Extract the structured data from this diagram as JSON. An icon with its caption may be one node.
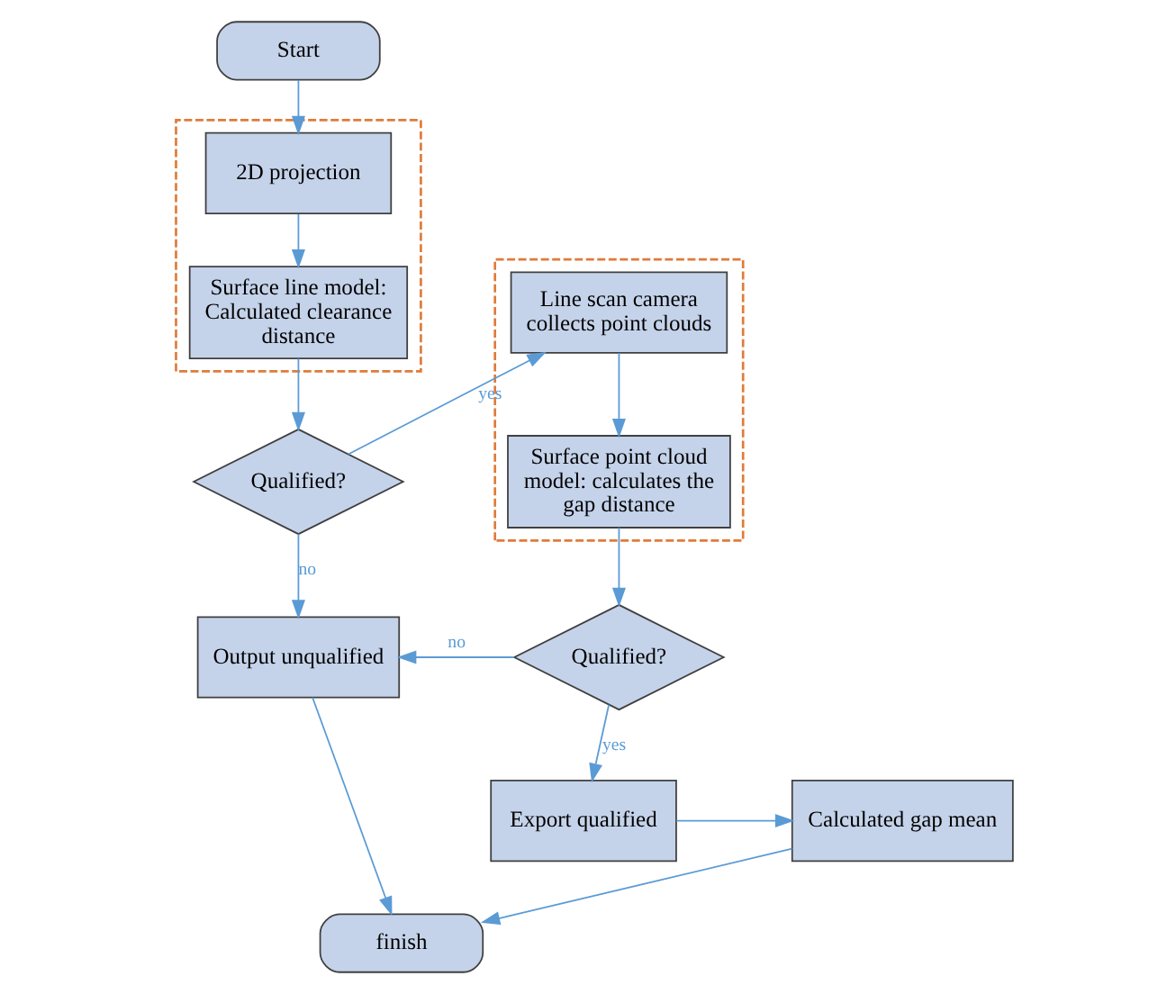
{
  "diagram": {
    "nodes": [
      {
        "text": [
          "Start"
        ]
      },
      {
        "text": [],
        "shape": "box"
      },
      {
        "text": [
          "2D projection"
        ],
        "in": 1
      },
      {
        "text": [
          "Surface line model: Calculated clearance distance"
        ],
        "in": 1
      },
      {
        "text": [
          "Qualified?"
        ]
      },
      {
        "text": [],
        "shape": "box"
      },
      {
        "text": [
          "Line scan camera collects point clouds"
        ],
        "in": 5
      },
      {
        "text": [
          "Surface point cloud model: calculates the gap distance"
        ],
        "in": 5
      },
      {
        "text": [
          "Output unqualified"
        ]
      },
      {
        "text": [
          "Qualified?"
        ]
      },
      {
        "text": [
          "Export qualified"
        ]
      },
      {
        "text": [
          "Calculated gap mean"
        ]
      },
      {
        "text": [
          "finish"
        ]
      }
    ],
    "edges": [
      {
        "from": 0,
        "to": 2,
        "arrow": "to"
      },
      {
        "from": 2,
        "to": 3,
        "arrow": "to"
      },
      {
        "from": 3,
        "to": 4,
        "arrow": "to"
      },
      {
        "from": 4,
        "to": 6,
        "arrow": "to",
        "label": "yes"
      },
      {
        "from": 4,
        "to": 8,
        "arrow": "to",
        "label": "no"
      },
      {
        "from": 6,
        "to": 7,
        "arrow": "to"
      },
      {
        "from": 7,
        "to": 9,
        "arrow": "to"
      },
      {
        "from": 9,
        "to": 8,
        "arrow": "to",
        "label": "no"
      },
      {
        "from": 9,
        "to": 10,
        "arrow": "to",
        "label": "yes"
      },
      {
        "from": 10,
        "to": 11,
        "arrow": "to"
      },
      {
        "from": 11,
        "to": 12,
        "arrow": "to"
      },
      {
        "from": 8,
        "to": 12,
        "arrow": "to"
      }
    ]
  }
}
